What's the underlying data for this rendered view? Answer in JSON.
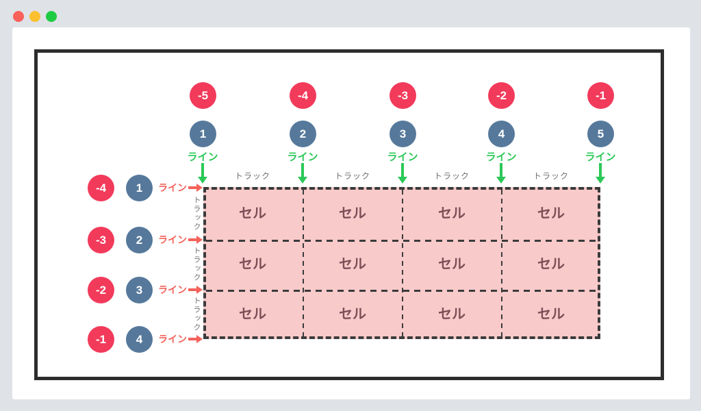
{
  "window": {
    "controls": [
      {
        "name": "close",
        "color": "#f9615a"
      },
      {
        "name": "minimize",
        "color": "#fcbf2e"
      },
      {
        "name": "maximize",
        "color": "#1ecb44"
      }
    ]
  },
  "diagram": {
    "columns": [
      {
        "negative": "-5",
        "positive": "1",
        "line_label": "ライン"
      },
      {
        "negative": "-4",
        "positive": "2",
        "line_label": "ライン"
      },
      {
        "negative": "-3",
        "positive": "3",
        "line_label": "ライン"
      },
      {
        "negative": "-2",
        "positive": "4",
        "line_label": "ライン"
      },
      {
        "negative": "-1",
        "positive": "5",
        "line_label": "ライン"
      }
    ],
    "column_tracks": [
      "トラック",
      "トラック",
      "トラック",
      "トラック"
    ],
    "rows": [
      {
        "negative": "-4",
        "positive": "1",
        "line_label": "ライン"
      },
      {
        "negative": "-3",
        "positive": "2",
        "line_label": "ライン"
      },
      {
        "negative": "-2",
        "positive": "3",
        "line_label": "ライン"
      },
      {
        "negative": "-1",
        "positive": "4",
        "line_label": "ライン"
      }
    ],
    "row_tracks": [
      "トラック",
      "トラック",
      "トラック"
    ],
    "cells": [
      [
        "セル",
        "セル",
        "セル",
        "セル"
      ],
      [
        "セル",
        "セル",
        "セル",
        "セル"
      ],
      [
        "セル",
        "セル",
        "セル",
        "セル"
      ]
    ],
    "colors": {
      "negative_line_badge": "#f23a5b",
      "positive_line_badge": "#56799b",
      "column_line_accent": "#2bc857",
      "row_line_accent": "#f4625b",
      "cell_fill": "#f9caca",
      "cell_text": "#7d4e56",
      "track_text": "#6f6f6f",
      "grid_line": "#3b3b3b",
      "frame_border": "#2d2d2d",
      "chrome_background": "#dfe2e7"
    }
  }
}
